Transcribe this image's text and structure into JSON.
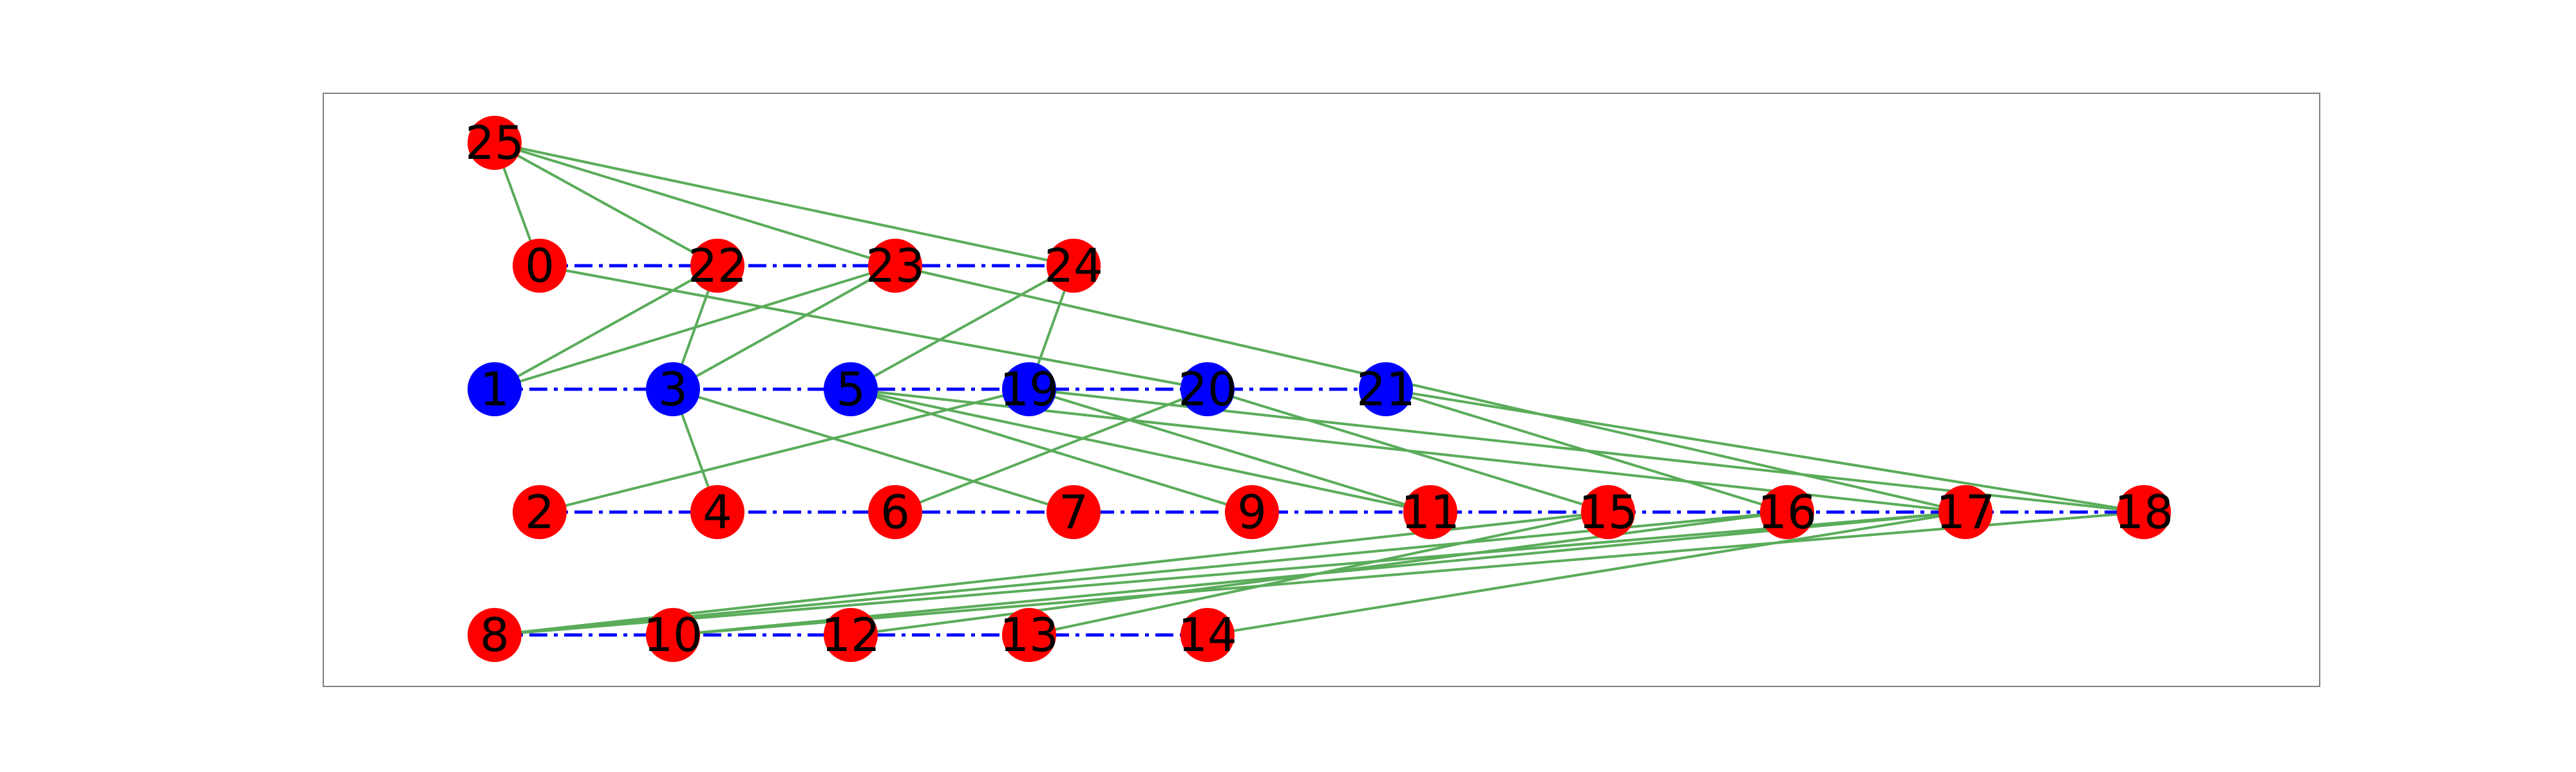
{
  "graph": {
    "colors": {
      "node_red": "#ff0000",
      "node_blue": "#0000ff",
      "green_edge": "#5aac5a",
      "blue_edge": "#0000ff",
      "frame": "#808080"
    },
    "nodes": [
      {
        "id": "25",
        "color": "red"
      },
      {
        "id": "0",
        "color": "red"
      },
      {
        "id": "22",
        "color": "red"
      },
      {
        "id": "23",
        "color": "red"
      },
      {
        "id": "24",
        "color": "red"
      },
      {
        "id": "1",
        "color": "blue"
      },
      {
        "id": "3",
        "color": "blue"
      },
      {
        "id": "5",
        "color": "blue"
      },
      {
        "id": "19",
        "color": "blue"
      },
      {
        "id": "20",
        "color": "blue"
      },
      {
        "id": "21",
        "color": "blue"
      },
      {
        "id": "2",
        "color": "red"
      },
      {
        "id": "4",
        "color": "red"
      },
      {
        "id": "6",
        "color": "red"
      },
      {
        "id": "7",
        "color": "red"
      },
      {
        "id": "9",
        "color": "red"
      },
      {
        "id": "11",
        "color": "red"
      },
      {
        "id": "15",
        "color": "red"
      },
      {
        "id": "16",
        "color": "red"
      },
      {
        "id": "17",
        "color": "red"
      },
      {
        "id": "18",
        "color": "red"
      },
      {
        "id": "8",
        "color": "red"
      },
      {
        "id": "10",
        "color": "red"
      },
      {
        "id": "12",
        "color": "red"
      },
      {
        "id": "13",
        "color": "red"
      },
      {
        "id": "14",
        "color": "red"
      }
    ],
    "green_edges": [
      [
        "25",
        "0"
      ],
      [
        "25",
        "22"
      ],
      [
        "25",
        "23"
      ],
      [
        "25",
        "24"
      ],
      [
        "0",
        "20"
      ],
      [
        "22",
        "1"
      ],
      [
        "22",
        "3"
      ],
      [
        "23",
        "1"
      ],
      [
        "23",
        "3"
      ],
      [
        "23",
        "17"
      ],
      [
        "24",
        "5"
      ],
      [
        "24",
        "19"
      ],
      [
        "3",
        "4"
      ],
      [
        "3",
        "7"
      ],
      [
        "5",
        "9"
      ],
      [
        "5",
        "11"
      ],
      [
        "5",
        "17"
      ],
      [
        "19",
        "2"
      ],
      [
        "19",
        "11"
      ],
      [
        "19",
        "18"
      ],
      [
        "20",
        "6"
      ],
      [
        "20",
        "15"
      ],
      [
        "21",
        "16"
      ],
      [
        "21",
        "18"
      ],
      [
        "15",
        "8"
      ],
      [
        "15",
        "13"
      ],
      [
        "16",
        "8"
      ],
      [
        "16",
        "12"
      ],
      [
        "17",
        "8"
      ],
      [
        "17",
        "10"
      ],
      [
        "17",
        "14"
      ],
      [
        "18",
        "10"
      ]
    ],
    "blue_dashed_edges": [
      [
        "0",
        "24"
      ],
      [
        "1",
        "21"
      ],
      [
        "2",
        "18"
      ],
      [
        "8",
        "14"
      ]
    ]
  }
}
